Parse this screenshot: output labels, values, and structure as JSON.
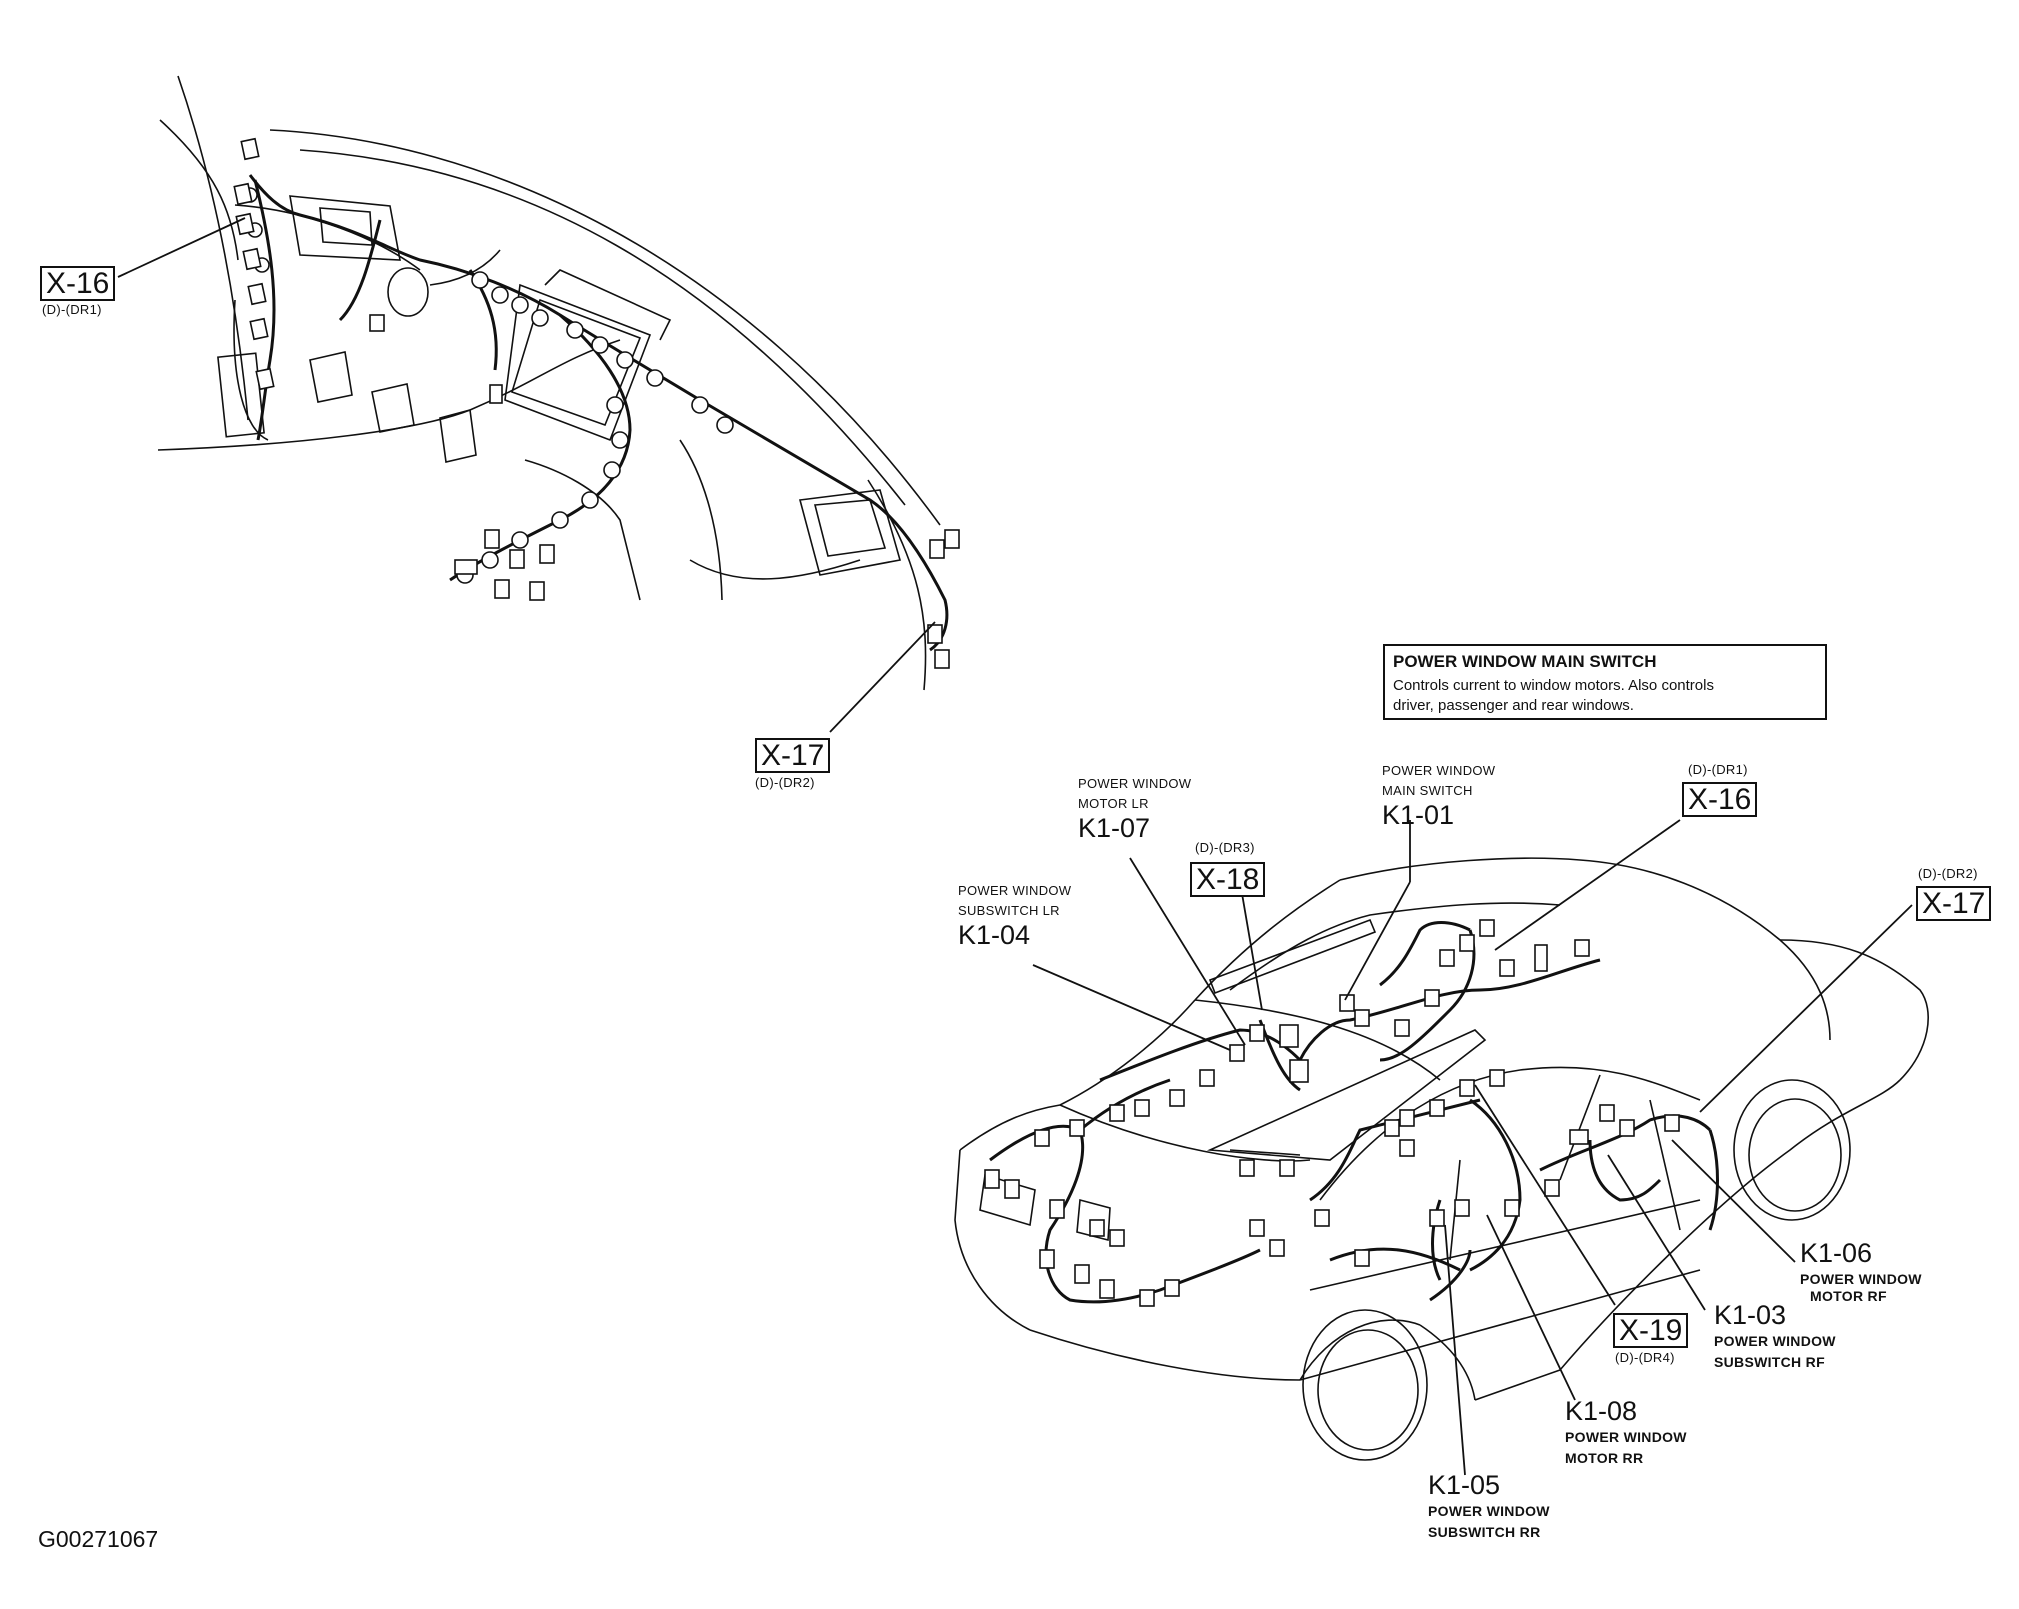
{
  "figure_id": "G00271067",
  "info_box": {
    "title": "POWER WINDOW MAIN SWITCH",
    "lines": [
      "Controls current to window motors. Also controls",
      "driver, passenger and rear windows."
    ]
  },
  "connectors": {
    "x16_top": {
      "id": "X-16",
      "code": "(D)-(DR1)"
    },
    "x17_top": {
      "id": "X-17",
      "code": "(D)-(DR2)"
    },
    "x16_car": {
      "id": "X-16",
      "code": "(D)-(DR1)"
    },
    "x17_car": {
      "id": "X-17",
      "code": "(D)-(DR2)"
    },
    "x18": {
      "id": "X-18",
      "code": "(D)-(DR3)"
    },
    "x19": {
      "id": "X-19",
      "code": "(D)-(DR4)"
    }
  },
  "components": {
    "k1_01": {
      "code": "K1-01",
      "lines": [
        "POWER WINDOW",
        "MAIN SWITCH"
      ]
    },
    "k1_07": {
      "code": "K1-07",
      "lines": [
        "POWER WINDOW",
        "MOTOR  LR"
      ]
    },
    "k1_04": {
      "code": "K1-04",
      "lines": [
        "POWER WINDOW",
        "SUBSWITCH LR"
      ]
    },
    "k1_06": {
      "code": "K1-06",
      "lines": [
        "POWER WINDOW",
        "MOTOR RF"
      ]
    },
    "k1_03": {
      "code": "K1-03",
      "lines": [
        "POWER WINDOW",
        "SUBSWITCH RF"
      ]
    },
    "k1_08": {
      "code": "K1-08",
      "lines": [
        "POWER WINDOW",
        "MOTOR RR"
      ]
    },
    "k1_05": {
      "code": "K1-05",
      "lines": [
        "POWER WINDOW",
        "SUBSWITCH RR"
      ]
    }
  }
}
